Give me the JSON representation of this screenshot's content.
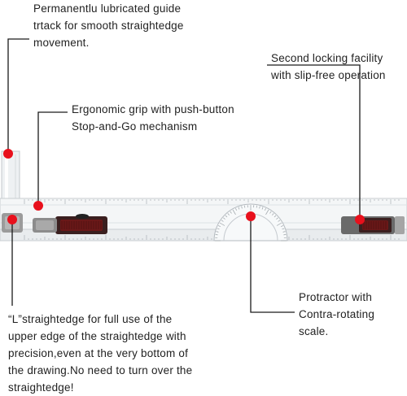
{
  "callouts": {
    "guide_track": [
      "Permanentlu lubricated guide",
      "trtack for smooth straightedge",
      "movement."
    ],
    "grip": [
      "Ergonomic grip with push-button",
      "Stop-and-Go mechanism"
    ],
    "second_lock": [
      "Second locking facility",
      "with slip-free operation"
    ],
    "protractor": [
      "Protractor with",
      "Contra-rotating",
      "scale."
    ],
    "l_straightedge": [
      "“L”straightedge for full use of the",
      "upper edge of the straightedge with",
      "precision,even at the very bottom of",
      "the drawing.No need to turn over the",
      "straightedge!"
    ]
  },
  "colors": {
    "marker": "#e8101c",
    "leader": "#1a1a1a",
    "ruler": "#f4f6f7",
    "ruler_edge": "#c9ced2",
    "grip_dark": "#3a1f1f",
    "grip_red": "#6a1818",
    "grip_gray": "#8c8c8c"
  }
}
